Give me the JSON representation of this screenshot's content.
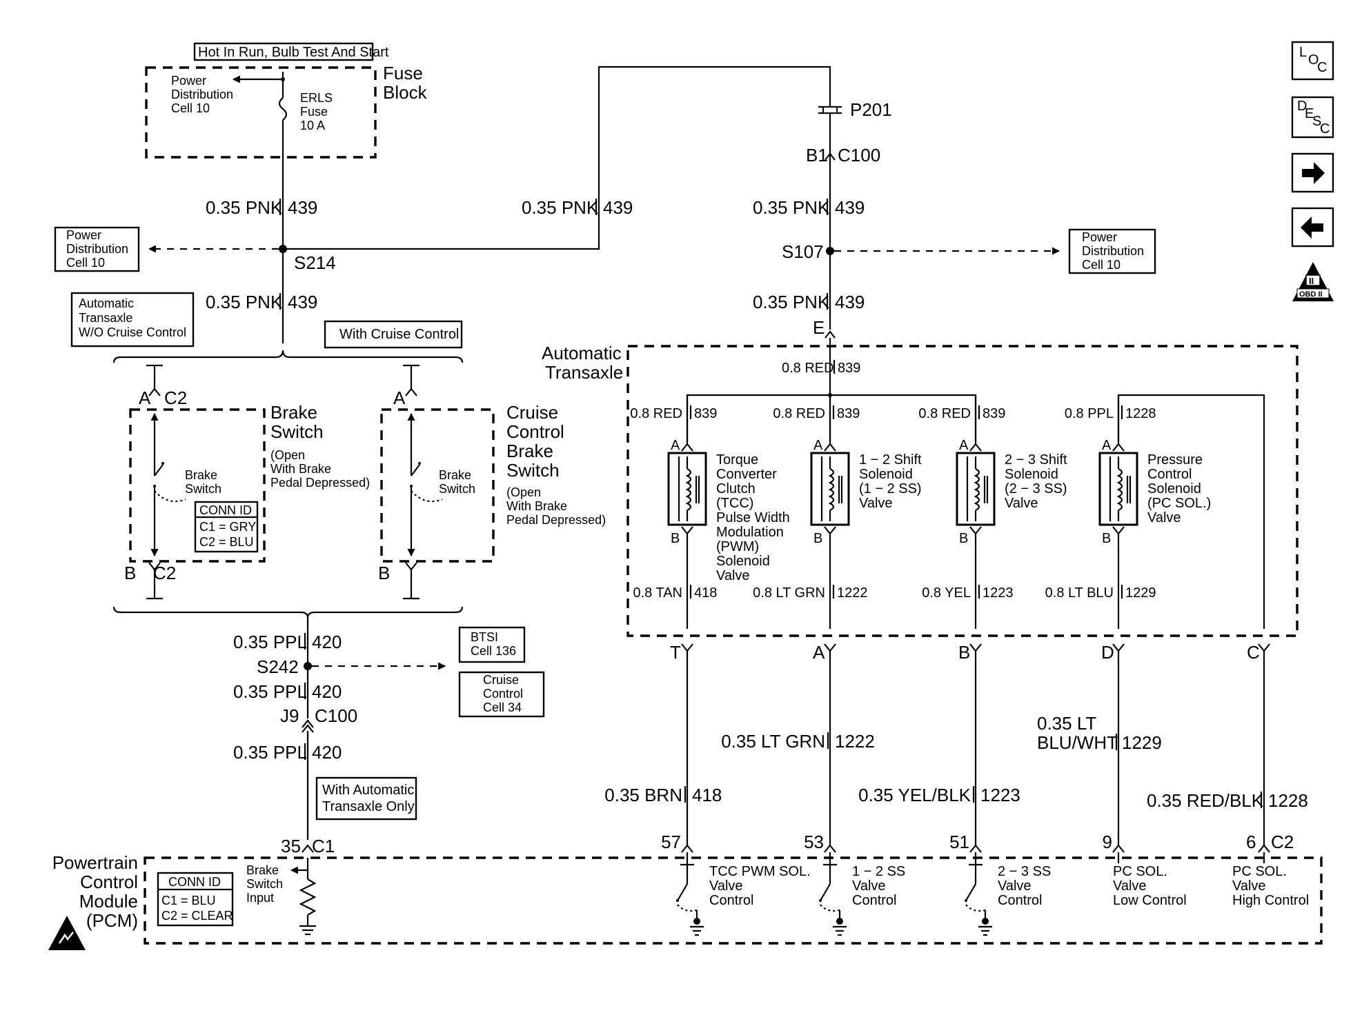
{
  "power": {
    "hot_label": "Hot In Run, Bulb Test And Start",
    "fuse_block": [
      "Fuse",
      "Block"
    ],
    "pdc_inside": [
      "Power",
      "Distribution",
      "Cell 10"
    ],
    "fuse": [
      "ERLS",
      "Fuse",
      "10 A"
    ],
    "pdc_left": [
      "Power",
      "Distribution",
      "Cell 10"
    ],
    "pdc_right": [
      "Power",
      "Distribution",
      "Cell 10"
    ],
    "wire_439": {
      "gauge": "0.35 PNK",
      "circuit": "439"
    },
    "splice_s214": "S214",
    "splice_s107": "S107",
    "p201": "P201",
    "b1": "B1",
    "c100_top": "C100",
    "conn_e": "E"
  },
  "options": {
    "without_cruise": [
      "Automatic",
      "Transaxle",
      "W/O Cruise Control"
    ],
    "with_cruise": "With Cruise Control"
  },
  "brake": {
    "conn_a": "A",
    "conn_b": "B",
    "c2": "C2",
    "title": [
      "Brake",
      "Switch"
    ],
    "note": [
      "(Open",
      "With Brake",
      "Pedal Depressed)"
    ],
    "switch_label": [
      "Brake",
      "Switch"
    ],
    "conn_id_title": "CONN ID",
    "conn_id_rows": [
      "C1 = GRY",
      "C2 = BLU"
    ]
  },
  "cruise": {
    "title": [
      "Cruise",
      "Control",
      "Brake",
      "Switch"
    ],
    "note": [
      "(Open",
      "With Brake",
      "Pedal Depressed)"
    ],
    "switch_label": [
      "Brake",
      "Switch"
    ]
  },
  "brake_out": {
    "wire_420": {
      "gauge": "0.35 PPL",
      "circuit": "420"
    },
    "splice_s242": "S242",
    "btsi": [
      "BTSI",
      "Cell 136"
    ],
    "cruise_ref": [
      "Cruise",
      "Control",
      "Cell 34"
    ],
    "j9": "J9",
    "c100": "C100",
    "auto_only": [
      "With Automatic",
      "Transaxle Only"
    ],
    "pin_35": "35",
    "c1": "C1"
  },
  "transaxle": {
    "title": [
      "Automatic",
      "Transaxle"
    ],
    "feed": {
      "gauge": "0.8 RED",
      "circuit": "839"
    },
    "ppl_feed": {
      "gauge": "0.8 PPL",
      "circuit": "1228"
    },
    "solenoids": [
      {
        "in_gauge": "0.8 RED",
        "in_circuit": "839",
        "pin_a": "A",
        "pin_b": "B",
        "label": [
          "Torque",
          "Converter",
          "Clutch",
          "(TCC)",
          "Pulse Width",
          "Modulation",
          "(PWM)",
          "Solenoid",
          "Valve"
        ],
        "out_gauge": "0.8 TAN",
        "out_circuit": "418",
        "conn": "T",
        "harness_gauge": "0.35 BRN",
        "harness_circuit": "418",
        "pcm_pin": "57"
      },
      {
        "in_gauge": "0.8 RED",
        "in_circuit": "839",
        "pin_a": "A",
        "pin_b": "B",
        "label": [
          "1 − 2 Shift",
          "Solenoid",
          "(1 − 2 SS)",
          "Valve"
        ],
        "out_gauge": "0.8 LT GRN",
        "out_circuit": "1222",
        "conn": "A",
        "harness_gauge": "0.35 LT GRN",
        "harness_circuit": "1222",
        "pcm_pin": "53"
      },
      {
        "in_gauge": "0.8 RED",
        "in_circuit": "839",
        "pin_a": "A",
        "pin_b": "B",
        "label": [
          "2 − 3 Shift",
          "Solenoid",
          "(2 − 3 SS)",
          "Valve"
        ],
        "out_gauge": "0.8 YEL",
        "out_circuit": "1223",
        "conn": "B",
        "harness_gauge": "0.35 YEL/BLK",
        "harness_circuit": "1223",
        "pcm_pin": "51"
      },
      {
        "in_gauge": "0.8 PPL",
        "in_circuit": "1228",
        "pin_a": "A",
        "pin_b": "B",
        "label": [
          "Pressure",
          "Control",
          "Solenoid",
          "(PC SOL.)",
          "Valve"
        ],
        "out_gauge": "0.8 LT BLU",
        "out_circuit": "1229",
        "conn": "D",
        "harness_gauge_lines": [
          "0.35 LT",
          "BLU/WHT"
        ],
        "harness_circuit": "1229",
        "pcm_pin": "9"
      }
    ],
    "conn_c": "C",
    "c_harness": {
      "gauge": "0.35 RED/BLK",
      "circuit": "1228"
    },
    "pcm_pin_6": "6",
    "pcm_c2": "C2"
  },
  "pcm": {
    "title": [
      "Powertrain",
      "Control",
      "Module",
      "(PCM)"
    ],
    "conn_id_title": "CONN ID",
    "conn_id_rows": [
      "C1 = BLU",
      "C2 = CLEAR"
    ],
    "brake_input": [
      "Brake",
      "Switch",
      "Input"
    ],
    "controls": [
      [
        "TCC PWM SOL.",
        "Valve",
        "Control"
      ],
      [
        "1 − 2 SS",
        "Valve",
        "Control"
      ],
      [
        "2 − 3 SS",
        "Valve",
        "Control"
      ],
      [
        "PC SOL.",
        "Valve",
        "Low Control"
      ],
      [
        "PC SOL.",
        "Valve",
        "High Control"
      ]
    ]
  },
  "nav": {
    "loc": [
      "L",
      "O",
      "C"
    ],
    "desc": [
      "D",
      "E",
      "S",
      "C"
    ],
    "forward_icon": "arrow-right",
    "back_icon": "arrow-left",
    "obd": [
      "II",
      "OBD II"
    ]
  }
}
